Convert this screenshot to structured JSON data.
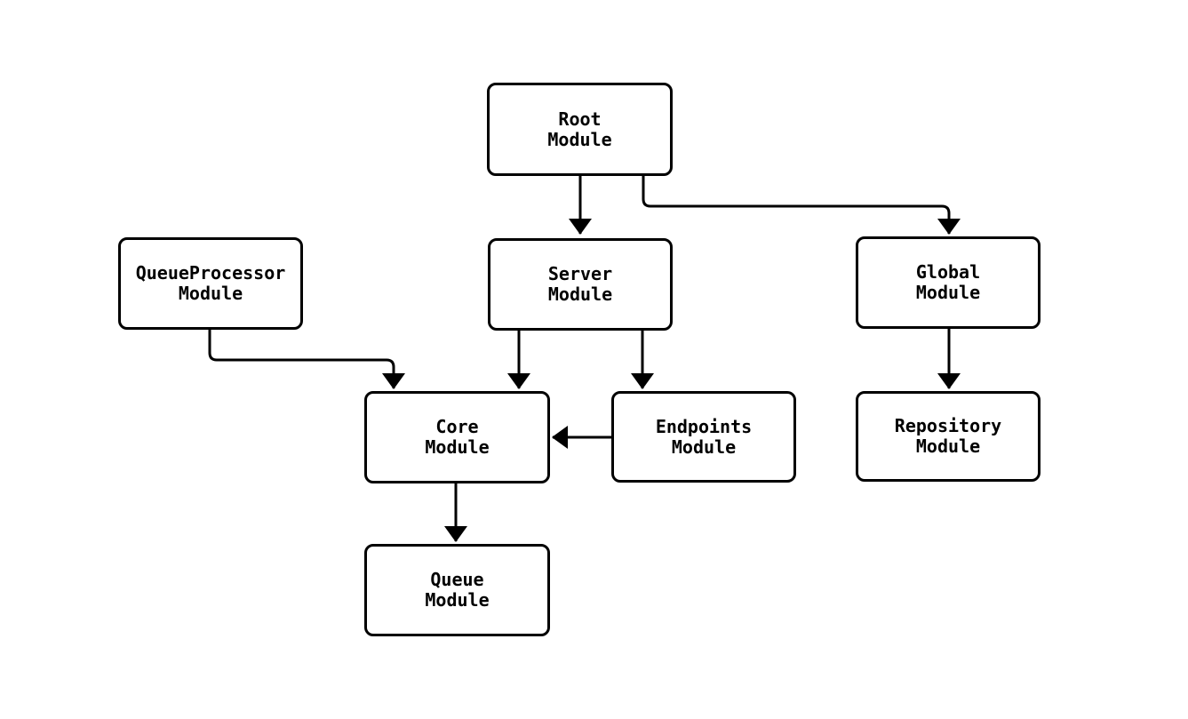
{
  "diagram": {
    "type": "flowchart",
    "background_color": "#ffffff",
    "node_fill_color": "#ffffff",
    "node_border_color": "#000000",
    "edge_color": "#000000",
    "text_color": "#000000",
    "nodes": [
      {
        "id": "root",
        "label": "Root\nModule"
      },
      {
        "id": "queueprocessor",
        "label": "QueueProcessor\nModule"
      },
      {
        "id": "server",
        "label": "Server\nModule"
      },
      {
        "id": "global",
        "label": "Global\nModule"
      },
      {
        "id": "core",
        "label": "Core\nModule"
      },
      {
        "id": "endpoints",
        "label": "Endpoints\nModule"
      },
      {
        "id": "repository",
        "label": "Repository\nModule"
      },
      {
        "id": "queue",
        "label": "Queue\nModule"
      }
    ],
    "edges": [
      {
        "from": "Root Module",
        "to": "Server Module"
      },
      {
        "from": "Root Module",
        "to": "Global Module"
      },
      {
        "from": "QueueProcessor Module",
        "to": "Core Module"
      },
      {
        "from": "Server Module",
        "to": "Core Module"
      },
      {
        "from": "Server Module",
        "to": "Endpoints Module"
      },
      {
        "from": "Global Module",
        "to": "Repository Module"
      },
      {
        "from": "Endpoints Module",
        "to": "Core Module"
      },
      {
        "from": "Core Module",
        "to": "Queue Module"
      }
    ]
  }
}
